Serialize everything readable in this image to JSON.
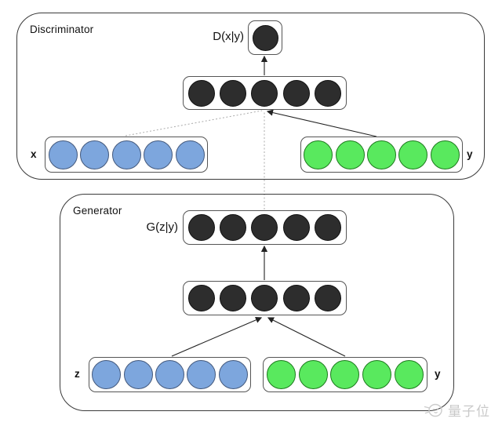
{
  "diagram": {
    "type": "conditional-gan-architecture",
    "discriminator": {
      "label": "Discriminator",
      "output_label": "D(x|y)",
      "output_nodes": 1,
      "hidden_nodes": 5,
      "inputs": [
        {
          "label": "x",
          "nodes": 5,
          "node_color": "blue",
          "label_side": "left"
        },
        {
          "label": "y",
          "nodes": 5,
          "node_color": "green",
          "label_side": "right"
        }
      ],
      "connections": [
        "x-input -> hidden (dotted line)",
        "y-input -> hidden (solid arrow)",
        "hidden -> output D(x|y) (solid arrow)"
      ]
    },
    "generator": {
      "label": "Generator",
      "output_label": "G(z|y)",
      "output_nodes": 5,
      "hidden_nodes": 5,
      "inputs": [
        {
          "label": "z",
          "nodes": 5,
          "node_color": "blue",
          "label_side": "left"
        },
        {
          "label": "y",
          "nodes": 5,
          "node_color": "green",
          "label_side": "right"
        }
      ],
      "connections": [
        "z-input -> hidden (solid arrow)",
        "y-input -> hidden (solid arrow)",
        "hidden -> output G(z|y) (solid arrow)",
        "G(z|y) output -> discriminator hidden (dotted line)"
      ]
    }
  },
  "watermark": {
    "text": "量子位"
  },
  "colors": {
    "background": "#ffffff",
    "node-dark": "#2d2d2d",
    "node-dark-border": "#111111",
    "node-blue": "#7da6dd",
    "node-blue-border": "#44597c",
    "node-green": "#59e95e",
    "node-green-border": "#1e7a1e",
    "box-border": "#3a3a3a",
    "layer-border": "#555555",
    "line": "#222222",
    "dotted-line": "#ababab",
    "text": "#111111",
    "watermark": "#c9c9c9"
  }
}
